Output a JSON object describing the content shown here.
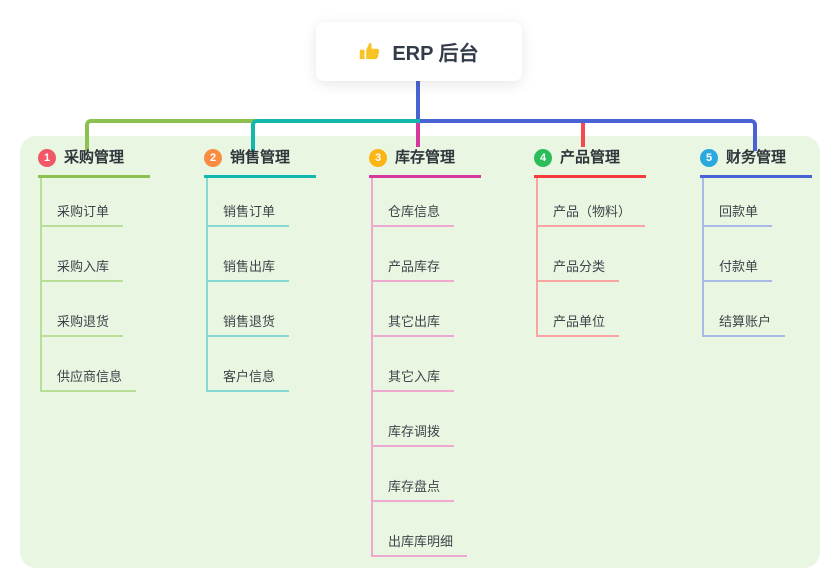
{
  "root": {
    "title": "ERP 后台",
    "icon": "thumbs-up-icon",
    "icon_color": "#f7c325"
  },
  "branches": [
    {
      "number": "1",
      "label": "采购管理",
      "line_color": "#8cc152",
      "light_color": "#b9de97",
      "badge_color": "#f25767",
      "items": [
        "采购订单",
        "采购入库",
        "采购退货",
        "供应商信息"
      ]
    },
    {
      "number": "2",
      "label": "销售管理",
      "line_color": "#12b7ae",
      "light_color": "#86d8d2",
      "badge_color": "#fa8c42",
      "items": [
        "销售订单",
        "销售出库",
        "销售退货",
        "客户信息"
      ]
    },
    {
      "number": "3",
      "label": "库存管理",
      "line_color": "#d6399e",
      "light_color": "#efa9d1",
      "badge_color": "#fbb515",
      "items": [
        "仓库信息",
        "产品库存",
        "其它出库",
        "其它入库",
        "库存调拨",
        "库存盘点",
        "出库库明细"
      ]
    },
    {
      "number": "4",
      "label": "产品管理",
      "line_color": "#f5393f",
      "light_color": "#f9a3a3",
      "badge_color": "#2cbd5b",
      "items": [
        "产品（物料）",
        "产品分类",
        "产品单位"
      ]
    },
    {
      "number": "5",
      "label": "财务管理",
      "line_color": "#4a63d4",
      "light_color": "#a9bae9",
      "badge_color": "#2ba8dd",
      "items": [
        "回款单",
        "付款单",
        "结算账户"
      ]
    }
  ],
  "connector": {
    "stem_color": "#4a63d4",
    "panel_background": "#e9f6e2"
  }
}
